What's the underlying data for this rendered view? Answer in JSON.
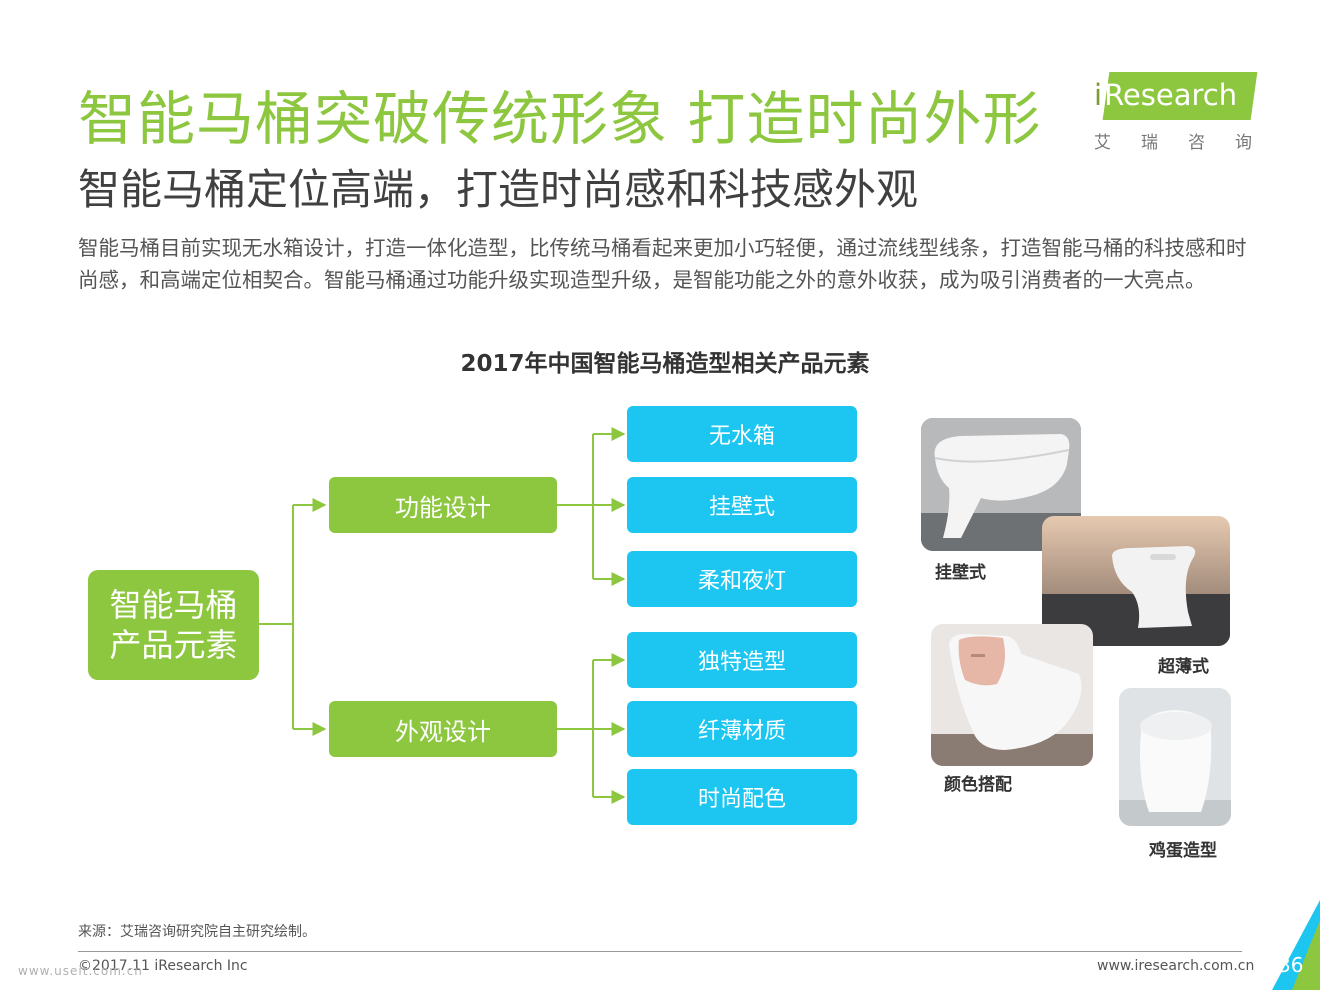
{
  "header": {
    "title": "智能马桶突破传统形象 打造时尚外形",
    "subtitle": "智能马桶定位高端，打造时尚感和科技感外观",
    "description": "智能马桶目前实现无水箱设计，打造一体化造型，比传统马桶看起来更加小巧轻便，通过流线型线条，打造智能马桶的科技感和时尚感，和高端定位相契合。智能马桶通过功能升级实现造型升级，是智能功能之外的意外收获，成为吸引消费者的一大亮点。"
  },
  "logo": {
    "brand_prefix": "i",
    "brand_rest": "Research",
    "chinese": "艾瑞咨询"
  },
  "diagram": {
    "title": "2017年中国智能马桶造型相关产品元素",
    "root": {
      "line1": "智能马桶",
      "line2": "产品元素"
    },
    "branches": [
      {
        "label": "功能设计",
        "leaves": [
          "无水箱",
          "挂壁式",
          "柔和夜灯"
        ]
      },
      {
        "label": "外观设计",
        "leaves": [
          "独特造型",
          "纤薄材质",
          "时尚配色"
        ]
      }
    ],
    "colors": {
      "green": "#8dc63f",
      "blue": "#1cc6f0"
    }
  },
  "photos": {
    "captions": [
      "挂壁式",
      "超薄式",
      "颜色搭配",
      "鸡蛋造型"
    ]
  },
  "footer": {
    "source": "来源：艾瑞咨询研究院自主研究绘制。",
    "copyright": "©2017.11 iResearch Inc",
    "website": "www.iresearch.com.cn",
    "page": "36",
    "watermark": "www.useit.com.cn"
  }
}
